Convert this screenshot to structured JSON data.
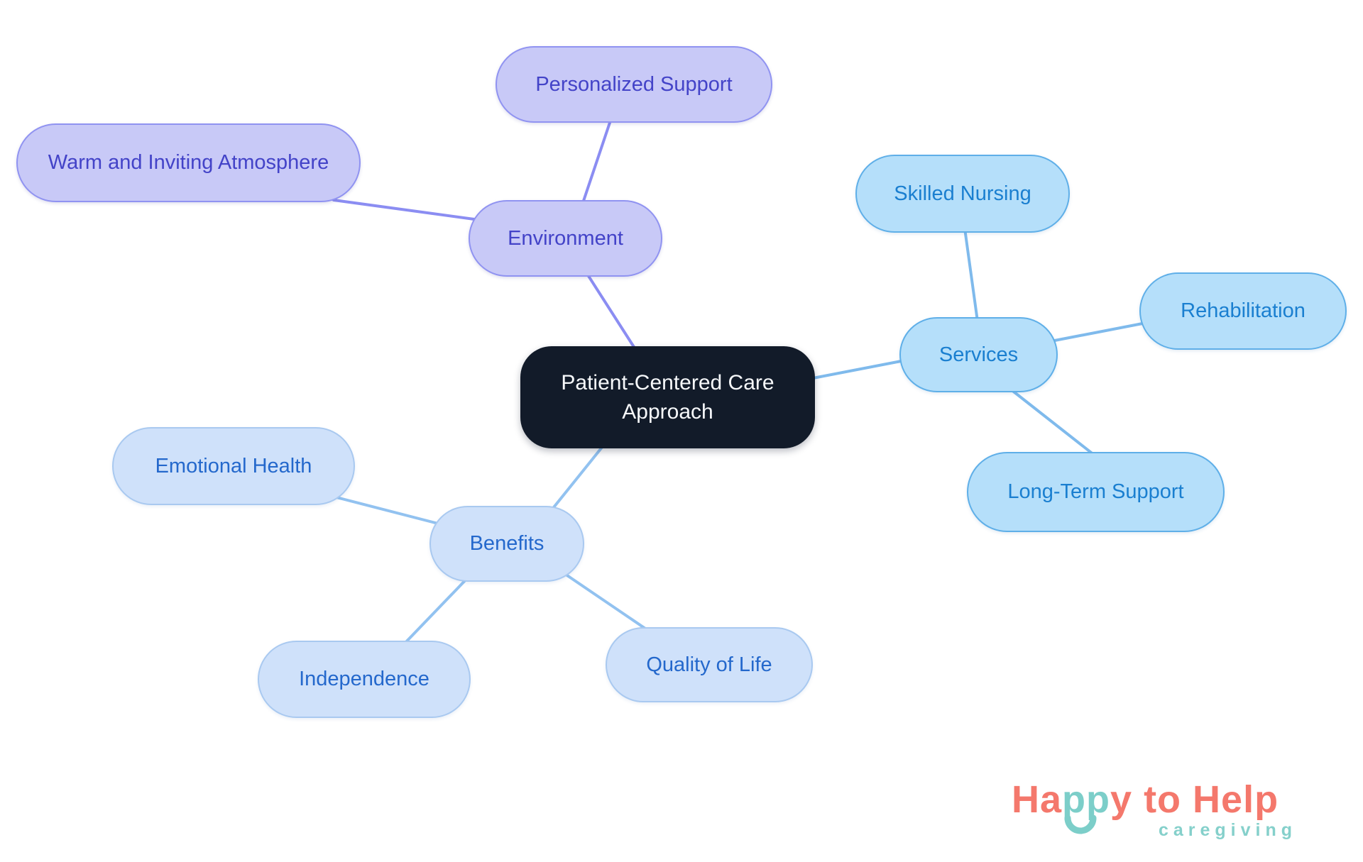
{
  "colors": {
    "bg": "#ffffff",
    "central-bg": "#121b29",
    "central-text": "#f7f9fb",
    "purple-fill": "#c8c9f7",
    "purple-border": "#9093f1",
    "purple-text": "#4343c8",
    "purple-edge": "#8b8df2",
    "sky-fill": "#b5dffa",
    "sky-border": "#5fafe8",
    "sky-text": "#1a7fd0",
    "sky-edge": "#7fbaec",
    "soft-fill": "#cfe1fa",
    "soft-border": "#a9c9f0",
    "soft-text": "#2468cc",
    "soft-edge": "#92c2f0",
    "logo-coral": "#f4786c",
    "logo-teal": "#7ccec9",
    "logo-teal-light": "#85d0cb"
  },
  "map": {
    "center": {
      "label": "Patient-Centered Care Approach"
    },
    "branches": [
      {
        "label": "Environment",
        "children": [
          {
            "label": "Personalized Support"
          },
          {
            "label": "Warm and Inviting Atmosphere"
          }
        ]
      },
      {
        "label": "Services",
        "children": [
          {
            "label": "Skilled Nursing"
          },
          {
            "label": "Rehabilitation"
          },
          {
            "label": "Long-Term Support"
          }
        ]
      },
      {
        "label": "Benefits",
        "children": [
          {
            "label": "Emotional Health"
          },
          {
            "label": "Independence"
          },
          {
            "label": "Quality of Life"
          }
        ]
      }
    ]
  },
  "logo": {
    "part1": "Ha",
    "part2": "pp",
    "part3": "y",
    "part4": " to Help",
    "tagline": "caregiving"
  }
}
